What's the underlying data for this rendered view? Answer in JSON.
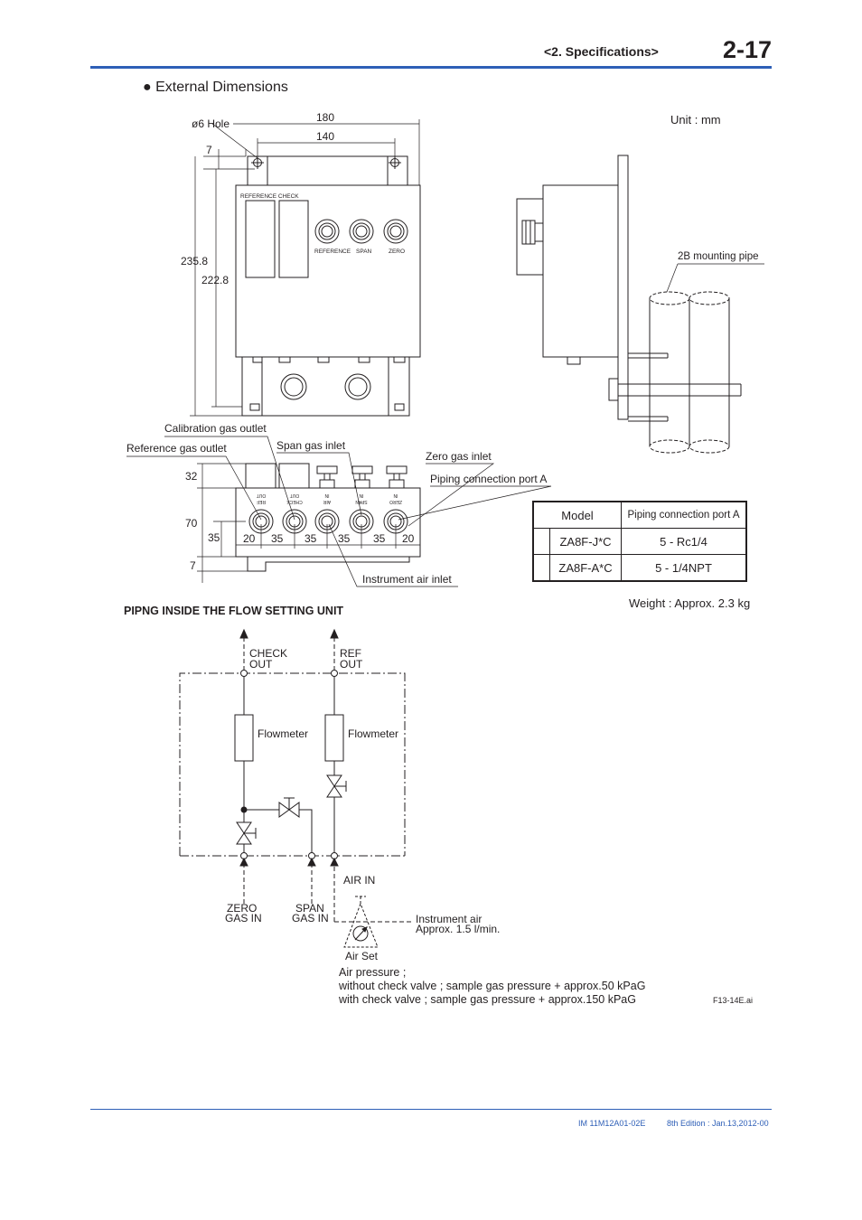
{
  "header": {
    "section": "<2.  Specifications>",
    "page_number": "2-17"
  },
  "section_title": "● External Dimensions",
  "unit_note": "Unit : mm",
  "weight_note": "Weight : Approx. 2.3 kg",
  "front_view": {
    "dim_180": "180",
    "dim_140": "140",
    "hole_label": "ø6 Hole",
    "dim_7_top": "7",
    "dim_235_8": "235.8",
    "dim_222_8": "222.8",
    "panel_label": "REFERENCE CHECK",
    "knob_labels": [
      "REFERENCE",
      "SPAN",
      "ZERO"
    ]
  },
  "side_view": {
    "mounting_pipe_label": "2B mounting pipe"
  },
  "bottom_view": {
    "callouts": {
      "calibration_gas_outlet": "Calibration gas outlet",
      "reference_gas_outlet": "Reference gas outlet",
      "span_gas_inlet": "Span gas inlet",
      "zero_gas_inlet": "Zero gas inlet",
      "piping_connection_port_a": "Piping connection port A",
      "instrument_air_inlet": "Instrument air inlet"
    },
    "port_labels": [
      [
        "REF",
        "OUT"
      ],
      [
        "CHECK",
        "OUT"
      ],
      [
        "AIR",
        "IN"
      ],
      [
        "SPAN",
        "IN"
      ],
      [
        "ZERO",
        "IN"
      ]
    ],
    "dims": {
      "d32": "32",
      "d70": "70",
      "d35_vert": "35",
      "d7": "7",
      "pitch": [
        "20",
        "35",
        "35",
        "35",
        "35",
        "20"
      ]
    }
  },
  "spec_table": {
    "headers": [
      "Model",
      "Piping connection port A"
    ],
    "rows": [
      [
        "ZA8F-J*C",
        "5 - Rc1/4"
      ],
      [
        "ZA8F-A*C",
        "5 - 1/4NPT"
      ]
    ]
  },
  "piping": {
    "title": "PIPNG INSIDE THE FLOW SETTING UNIT",
    "check_out": [
      "CHECK",
      "OUT"
    ],
    "ref_out": [
      "REF",
      "OUT"
    ],
    "flowmeter_left": "Flowmeter",
    "flowmeter_right": "Flowmeter",
    "air_in": "AIR IN",
    "zero_gas_in": [
      "ZERO",
      "GAS IN"
    ],
    "span_gas_in": [
      "SPAN",
      "GAS IN"
    ],
    "instrument_air": [
      "Instrument air",
      "Approx. 1.5 l/min."
    ],
    "air_set": "Air Set",
    "air_pressure_notes": [
      "Air pressure ;",
      "without check valve ; sample gas pressure + approx.50 kPaG",
      "with check valve ; sample gas pressure + approx.150 kPaG"
    ]
  },
  "figure_id": "F13-14E.ai",
  "footer": {
    "document_number": "IM 11M12A01-02E",
    "edition": "8th Edition : Jan.13,2012-00"
  },
  "colors": {
    "accent_blue": "#2e5fb7",
    "ink": "#231f20"
  }
}
